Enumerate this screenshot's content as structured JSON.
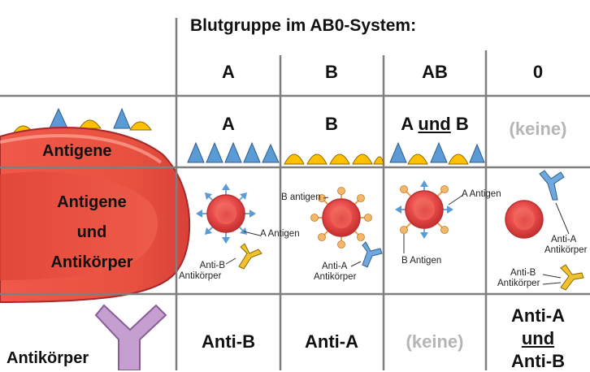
{
  "title": "Blutgruppe im AB0-System:",
  "columns": [
    "A",
    "B",
    "AB",
    "0"
  ],
  "rows": {
    "antigene": {
      "label": "Antigene",
      "values": [
        "A",
        "B",
        "A und B",
        "(keine)"
      ],
      "ab_parts": [
        "A",
        "und",
        "B"
      ]
    },
    "antigene_und_antikoerper": {
      "label_lines": [
        "Antigene",
        "und",
        "Antikörper"
      ],
      "annotations": {
        "A": {
          "antigen": "A Antigen",
          "antibody": [
            "Anti-B",
            "Antikörper"
          ]
        },
        "B": {
          "antigen": "B antigen",
          "antibody": [
            "Anti-A",
            "Antikörper"
          ]
        },
        "AB": {
          "antigen_a": "A Antigen",
          "antigen_b": "B Antigen"
        },
        "0": {
          "antibody_a": [
            "Anti-A",
            "Antikörper"
          ],
          "antibody_b": [
            "Anti-B",
            "Antikörper"
          ]
        }
      }
    },
    "antikoerper": {
      "label": "Antikörper",
      "values": [
        "Anti-B",
        "Anti-A",
        "(keine)"
      ],
      "zero_lines": [
        "Anti-A",
        "und",
        "Anti-B"
      ]
    }
  },
  "colors": {
    "grid": "#7f7f7f",
    "cell_red": "#e84a4a",
    "antigen_a": "#5b9bd5",
    "antigen_b": "#ffc000",
    "antibody_anti_b": "#f2c12e",
    "antibody_anti_a": "#6fa8dc",
    "antibody_big": "#c59fd0",
    "no_value": "#b5b5b5"
  },
  "icons": [
    "red-blood-cell",
    "a-antigen-triangle",
    "b-antigen-bump",
    "antibody-y"
  ]
}
